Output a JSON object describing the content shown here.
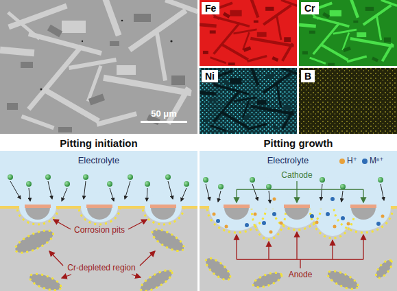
{
  "diagram": {
    "nodes": [
      {
        "text": [
          "Fe"
        ]
      },
      {
        "text": [
          "Cr"
        ]
      },
      {
        "text": [
          "Ni"
        ]
      },
      {
        "text": [
          "B"
        ]
      },
      {
        "text": [
          "Pitting initiation"
        ]
      },
      {
        "text": [
          "Pitting growth"
        ]
      }
    ],
    "labels": [
      "50 μm",
      "Electrolyte",
      "Corrosion pits",
      "Cr-depleted region",
      "Electrolyte",
      "Cathode",
      "Anode"
    ],
    "legend": [
      {
        "text": "H⁺",
        "color": "#e8a13a"
      },
      {
        "text": "Mⁿ⁺",
        "color": "#2f6db5"
      }
    ]
  }
}
